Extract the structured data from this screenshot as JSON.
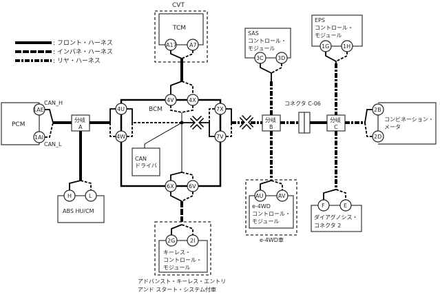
{
  "legend": {
    "items": [
      {
        "style": "solid",
        "label": ": フロント・ハーネス"
      },
      {
        "style": "dashed",
        "label": ": インパネ・ハーネス"
      },
      {
        "style": "dash-dot",
        "label": ": リヤ・ハーネス"
      }
    ]
  },
  "modules": {
    "cvt": {
      "group_label": "CVT",
      "name": "TCM",
      "pins": [
        "A17",
        "A7"
      ]
    },
    "pcm": {
      "name": "PCM",
      "pins": [
        "1AE",
        "1AI"
      ],
      "can_h": "CAN_H",
      "can_l": "CAN_L"
    },
    "abs": {
      "name": "ABS HU/CM",
      "pins": [
        "H",
        "L"
      ]
    },
    "bcm": {
      "name": "BCM",
      "pins": [
        "4U",
        "4W",
        "4V",
        "4X",
        "7X",
        "7V",
        "6X",
        "6V"
      ],
      "can_driver": [
        "CAN",
        "ドライバ"
      ]
    },
    "keyless": {
      "name": [
        "キーレス・",
        "コントロール・",
        "モジュール"
      ],
      "pins": [
        "2G",
        "2I"
      ],
      "caption": [
        "アドバンスト・キーレス・エントリ",
        "アンド スタート・システム付車"
      ]
    },
    "sas": {
      "name": [
        "SAS",
        "コントロール・",
        "モジュール"
      ],
      "pins": [
        "3C",
        "3D"
      ]
    },
    "eps": {
      "name": [
        "EPS",
        "コントロール・",
        "モジュール"
      ],
      "pins": [
        "1G",
        "1H"
      ]
    },
    "e4wd": {
      "name": [
        "e-4WD",
        "コントロール・",
        "モジュール"
      ],
      "pins": [
        "AU",
        "AV"
      ],
      "caption": "e-4WD車"
    },
    "meter": {
      "name": [
        "コンビネーション・",
        "メータ"
      ],
      "pins": [
        "2B",
        "2D"
      ]
    },
    "dlc": {
      "name": [
        "ダイアグノシス・",
        "コネクタ 2"
      ],
      "pins": [
        "F",
        "E"
      ]
    }
  },
  "branches": {
    "a": [
      "分岐",
      "A"
    ],
    "b": [
      "分岐",
      "B"
    ],
    "c": [
      "分岐",
      "C"
    ]
  },
  "connector": {
    "label": "コネクタ C-06"
  }
}
